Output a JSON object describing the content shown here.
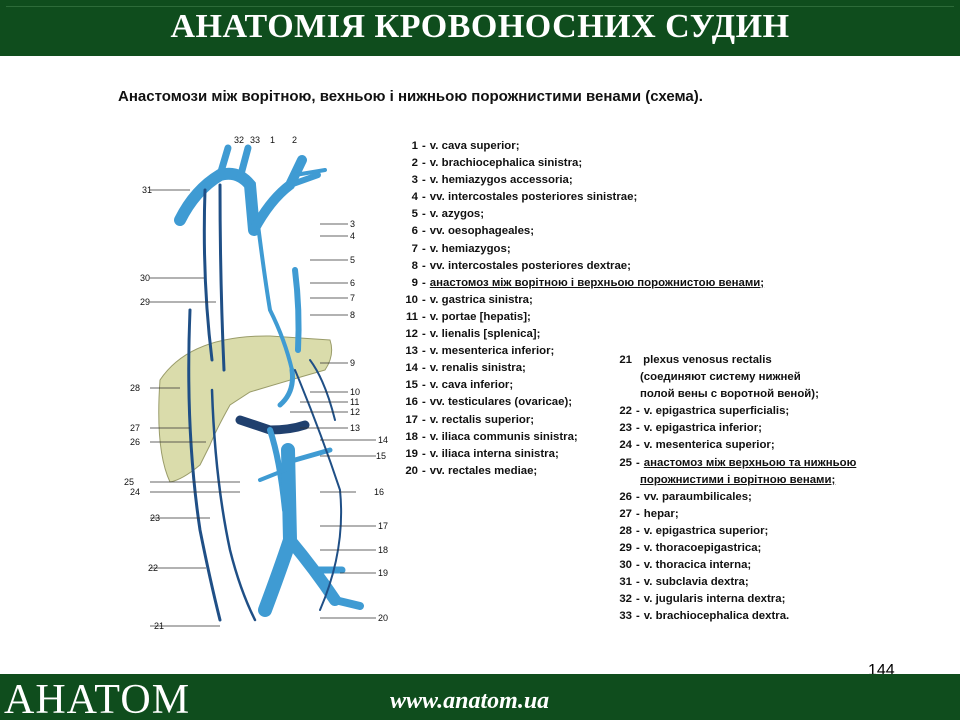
{
  "header": {
    "title": "АНАТОМІЯ КРОВОНОСНИХ СУДИН"
  },
  "subtitle": "Анастомози між ворітною, вехньою і нижньою порожнистими венами (схема).",
  "legend_left": [
    {
      "num": "1",
      "text": "v. cava superior;"
    },
    {
      "num": "2",
      "text": "v. brachiocephalica sinistra;"
    },
    {
      "num": "3",
      "text": "v. hemiazygos accessoria;"
    },
    {
      "num": "4",
      "text": "vv. intercostales posteriores sinistrae;"
    },
    {
      "num": "5",
      "text": "v. azygos;"
    },
    {
      "num": "6",
      "text": "vv. oesophageales;"
    },
    {
      "num": "7",
      "text": "v. hemiazygos;"
    },
    {
      "num": "8",
      "text": "vv. intercostales posteriores dextrae;"
    },
    {
      "num": "9",
      "text": "анастомоз між ворітною і верхньою порожнистою венами;",
      "underline": true
    },
    {
      "num": "10",
      "text": "v. gastrica sinistra;"
    },
    {
      "num": "11",
      "text": "v. portae [hepatis];"
    },
    {
      "num": "12",
      "text": "v. lienalis [splenica];"
    },
    {
      "num": "13",
      "text": "v. mesenterica inferior;"
    },
    {
      "num": "14",
      "text": "v. renalis sinistra;"
    },
    {
      "num": "15",
      "text": "v. cava inferior;"
    },
    {
      "num": "16",
      "text": "vv. testiculares (ovaricae);"
    },
    {
      "num": "17",
      "text": "v. rectalis superior;"
    },
    {
      "num": "18",
      "text": "v. iliaca communis sinistra;"
    },
    {
      "num": "19",
      "text": "v. iliaca interna sinistra;"
    },
    {
      "num": "20",
      "text": "vv. rectales mediae;"
    }
  ],
  "legend_right": [
    {
      "num": "21",
      "text": "plexus venosus rectalis",
      "sep": " "
    },
    {
      "num": "",
      "text": "(соединяют систему нижней"
    },
    {
      "num": "",
      "text": "полой вены с воротной веной);"
    },
    {
      "num": "22",
      "text": "v. epigastrica superficialis;"
    },
    {
      "num": "23",
      "text": "v. epigastrica inferior;"
    },
    {
      "num": "24",
      "text": "v. mesenterica superior;"
    },
    {
      "num": "25",
      "text": "анастомоз між верхньою та нижньою",
      "underline": true
    },
    {
      "num": "",
      "text": "порожнистими і ворітною венами;",
      "underline": true
    },
    {
      "num": "26",
      "text": "vv. paraumbilicales;"
    },
    {
      "num": "27",
      "text": "hepar;"
    },
    {
      "num": "28",
      "text": "v. epigastrica superior;"
    },
    {
      "num": "29",
      "text": "v. thoracoepigastrica;"
    },
    {
      "num": "30",
      "text": "v. thoracica interna;"
    },
    {
      "num": "31",
      "text": "v. subclavia dextra;"
    },
    {
      "num": "32",
      "text": "v. jugularis interna dextra;"
    },
    {
      "num": "33",
      "text": "v. brachiocephalica dextra."
    }
  ],
  "diagram_labels": {
    "l32": "32",
    "l33": "33",
    "l1": "1",
    "l2": "2",
    "l31": "31",
    "l30": "30",
    "l29": "29",
    "l3": "3",
    "l4": "4",
    "l5": "5",
    "l6": "6",
    "l7": "7",
    "l8": "8",
    "l9": "9",
    "l10": "10",
    "l11": "11",
    "l12": "12",
    "l13": "13",
    "l14": "14",
    "l15": "15",
    "l16": "16",
    "l17": "17",
    "l18": "18",
    "l19": "19",
    "l20": "20",
    "l21": "21",
    "l22": "22",
    "l23": "23",
    "l24": "24",
    "l25": "25",
    "l26": "26",
    "l27": "27",
    "l28": "28"
  },
  "colors": {
    "header_bg": "#0f4d1d",
    "vein": "#3f9bd3",
    "liver": "#d8dcaa"
  },
  "page_number": "144",
  "footer": {
    "logo": "АНАТОМ",
    "url": "www.anatom.ua"
  }
}
